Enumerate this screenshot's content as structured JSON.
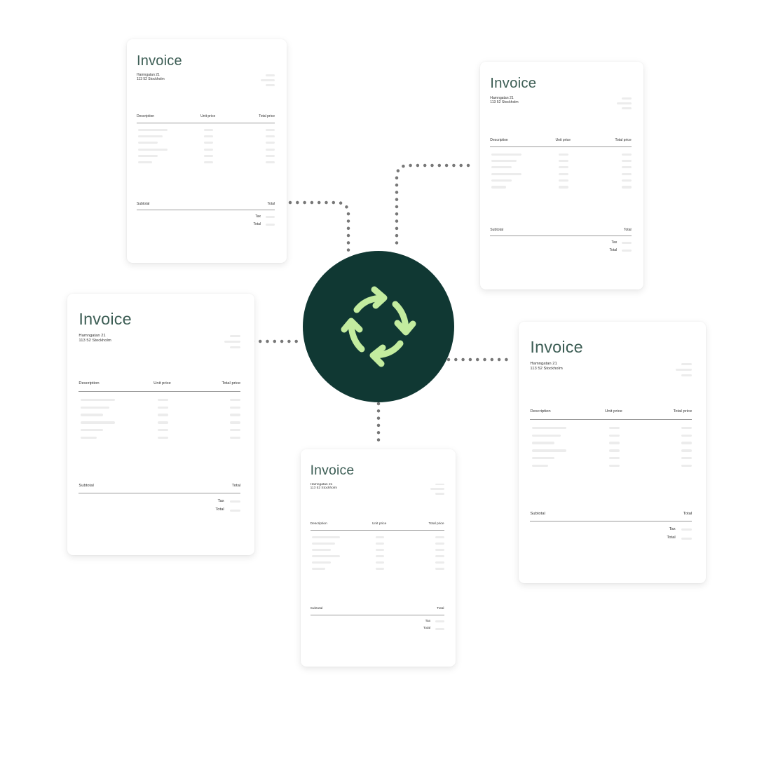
{
  "colors": {
    "hub_bg": "#103833",
    "hub_icon": "#c3ec9f",
    "title": "#3d5e55",
    "dots": "#777777",
    "placeholder": "#ececec"
  },
  "hub": {
    "icon": "sync-arrows-icon"
  },
  "invoices": [
    {
      "title": "Invoice",
      "address_line1": "Hamngatan 21",
      "address_line2": "113 52 Stockholm",
      "col_description": "Description",
      "col_unit_price": "Unit price",
      "col_total_price": "Total price",
      "subtotal_label": "Subtotal",
      "subtotal_total_label": "Total",
      "tax_label": "Tax",
      "total_label": "Total"
    },
    {
      "title": "Invoice",
      "address_line1": "Hamngatan 21",
      "address_line2": "113 52 Stockholm",
      "col_description": "Description",
      "col_unit_price": "Unit price",
      "col_total_price": "Total price",
      "subtotal_label": "Subtotal",
      "subtotal_total_label": "Total",
      "tax_label": "Tax",
      "total_label": "Total"
    },
    {
      "title": "Invoice",
      "address_line1": "Hamngatan 21",
      "address_line2": "113 52 Stockholm",
      "col_description": "Description",
      "col_unit_price": "Unit price",
      "col_total_price": "Total price",
      "subtotal_label": "Subtotal",
      "subtotal_total_label": "Total",
      "tax_label": "Tax",
      "total_label": "Total"
    },
    {
      "title": "Invoice",
      "address_line1": "Hamngatan 21",
      "address_line2": "113 52 Stockholm",
      "col_description": "Description",
      "col_unit_price": "Unit price",
      "col_total_price": "Total price",
      "subtotal_label": "Subtotal",
      "subtotal_total_label": "Total",
      "tax_label": "Tax",
      "total_label": "Total"
    },
    {
      "title": "Invoice",
      "address_line1": "Hamngatan 21",
      "address_line2": "113 52 Stockholm",
      "col_description": "Description",
      "col_unit_price": "Unit price",
      "col_total_price": "Total price",
      "subtotal_label": "Subtotal",
      "subtotal_total_label": "Total",
      "tax_label": "Tax",
      "total_label": "Total"
    }
  ]
}
